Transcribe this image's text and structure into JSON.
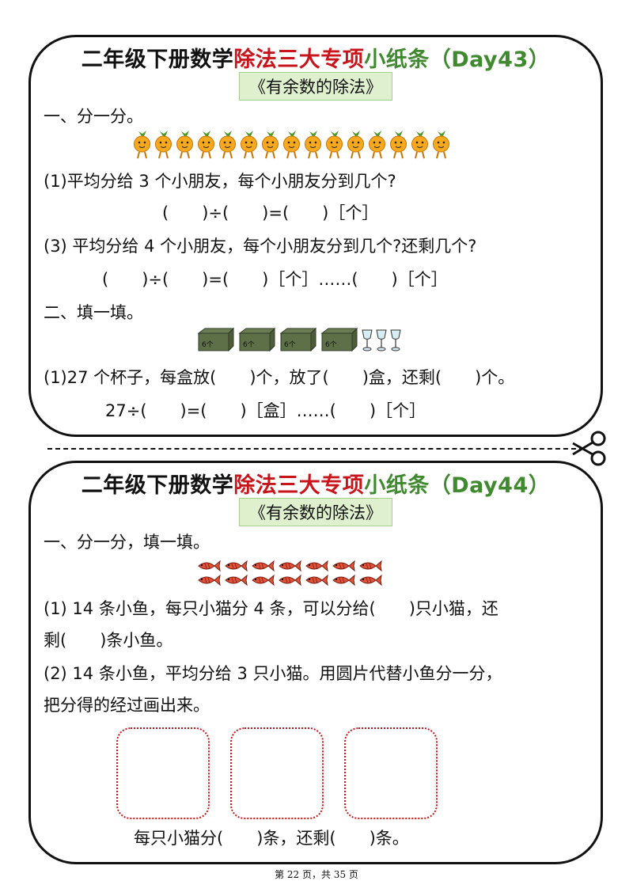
{
  "card1": {
    "title_part1": "二年级下册数学",
    "title_part2": "除法三大专项",
    "title_part3": "小纸条（Day43）",
    "subtitle": "《有余数的除法》",
    "section1_heading": "一、分一分。",
    "q1": "(1)平均分给 3 个小朋友，每个小朋友分到几个?",
    "q1_formula": "(　　)÷(　　)=(　　)［个］",
    "q3": "(3) 平均分给 4 个小朋友，每个小朋友分到几个?还剩几个?",
    "q3_formula": "(　　)÷(　　)=(　　)［个］……(　　)［个］",
    "section2_heading": "二、填一填。",
    "box_label": "6个",
    "q21": "(1)27 个杯子，每盒放(　　)个，放了(　　)盒，还剩(　　)个。",
    "q21_formula": "27÷(　　)=(　　)［盒］……(　　)［个］"
  },
  "card2": {
    "title_part1": "二年级下册数学",
    "title_part2": "除法三大专项",
    "title_part3": "小纸条（Day44）",
    "subtitle": "《有余数的除法》",
    "section1_heading": "一、分一分，填一填。",
    "q1_line1": "(1) 14 条小鱼，每只小猫分 4 条，可以分给(　　)只小猫，还",
    "q1_line2": "剩(　　)条小鱼。",
    "q2_line1": "(2) 14 条小鱼，平均分给 3 只小猫。用圆片代替小鱼分一分，",
    "q2_line2": "把分得的经过画出来。",
    "answer_line": "每只小猫分(　　)条，还剩(　　)条。"
  },
  "footer": {
    "page_info": "第 22 页，共 35 页"
  },
  "counts": {
    "oranges": 15,
    "boxes": 4,
    "cups": 3,
    "fish": 14,
    "draw_boxes": 3
  },
  "colors": {
    "title_black": "#111111",
    "title_red": "#c8151b",
    "title_green": "#3f8a2e",
    "subtitle_bg": "#dff0cf"
  }
}
